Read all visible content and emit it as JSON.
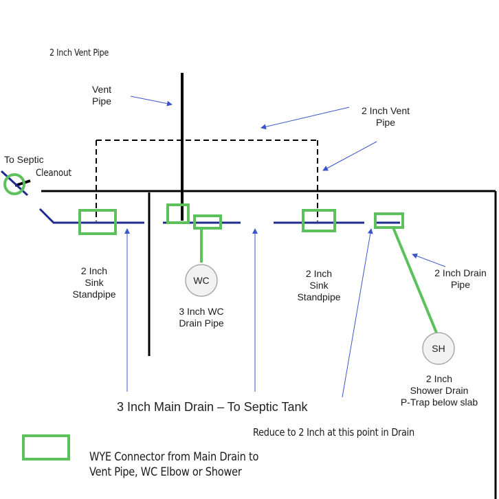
{
  "labels": {
    "top_note": "2 Inch Vent Pipe",
    "vent_pipe": "Vent\nPipe",
    "vent_2inch": "2 Inch Vent\nPipe",
    "to_septic": "To Septic",
    "cleanout": "Cleanout",
    "sink1": "2 Inch\nSink\nStandpipe",
    "wc_pipe": "3 Inch WC\nDrain Pipe",
    "sink2": "2 Inch\nSink\nStandpipe",
    "drain_2inch": "2 Inch Drain\nPipe",
    "shower": "2 Inch\nShower Drain\nP-Trap below slab",
    "main_drain": "3 Inch Main Drain – To Septic Tank",
    "reduce_note": "Reduce to 2 Inch at this point in Drain",
    "legend": "WYE Connector from Main Drain to\nVent Pipe, WC Elbow or Shower"
  },
  "fixtures": {
    "wc": "WC",
    "sh": "SH"
  },
  "colors": {
    "wall": "#000000",
    "drain_pipe": "#1f2a8f",
    "wye": "#5cc15c",
    "arrow": "#3b55c9",
    "fixture_fill": "#f2f2f2"
  }
}
